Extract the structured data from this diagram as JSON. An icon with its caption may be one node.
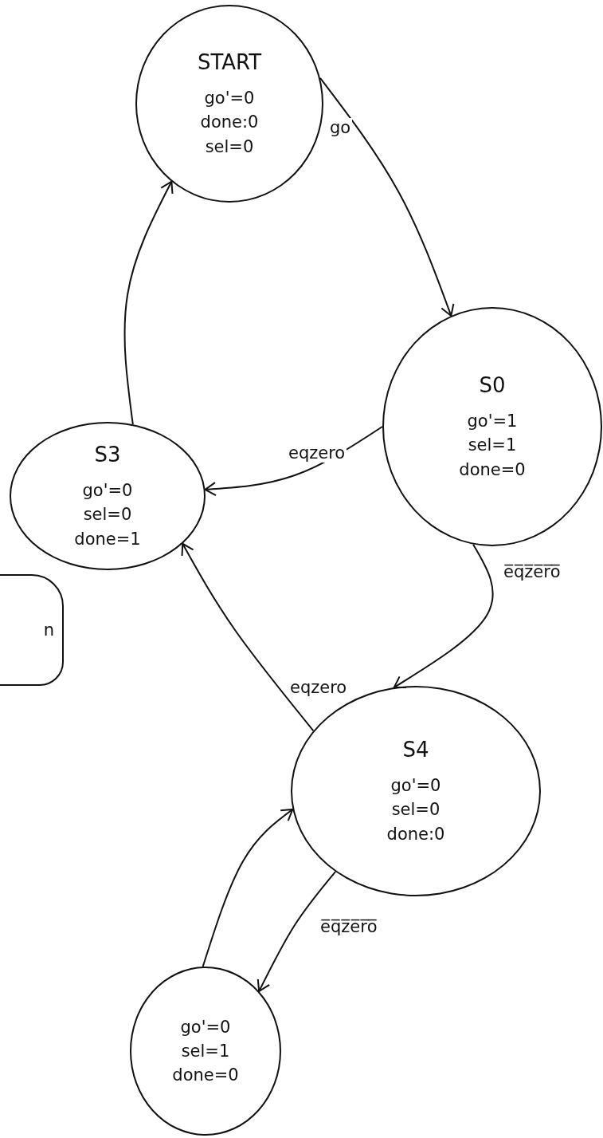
{
  "diagram": {
    "nodes": [
      {
        "text": [
          "START",
          "go'=0",
          "done:0",
          "sel=0"
        ]
      },
      {
        "text": [
          "S0",
          "go'=1",
          "sel=1",
          "done=0"
        ]
      },
      {
        "text": [
          "S3",
          "go'=0",
          "sel=0",
          "done=1"
        ]
      },
      {
        "text": [
          "n"
        ]
      },
      {
        "text": [
          "S4",
          "go'=0",
          "sel=0",
          "done:0"
        ]
      },
      {
        "text": [
          "go'=0",
          "sel=1",
          "done=0"
        ]
      }
    ],
    "edges": [
      {
        "from": 0,
        "to": 1,
        "arrow": "to",
        "label": "go"
      },
      {
        "from": 1,
        "to": 2,
        "arrow": "to",
        "label": "eqzero"
      },
      {
        "from": 1,
        "to": 4,
        "arrow": "to",
        "label": "e̅q̅z̅e̅r̅o̅"
      },
      {
        "from": 4,
        "to": 2,
        "arrow": "to",
        "label": "eqzero"
      },
      {
        "from": 4,
        "to": 5,
        "arrow": "to",
        "label": "e̅q̅z̅e̅r̅o̅"
      },
      {
        "from": 5,
        "to": 4,
        "arrow": "to"
      },
      {
        "from": 2,
        "to": 0,
        "arrow": "to"
      }
    ]
  }
}
